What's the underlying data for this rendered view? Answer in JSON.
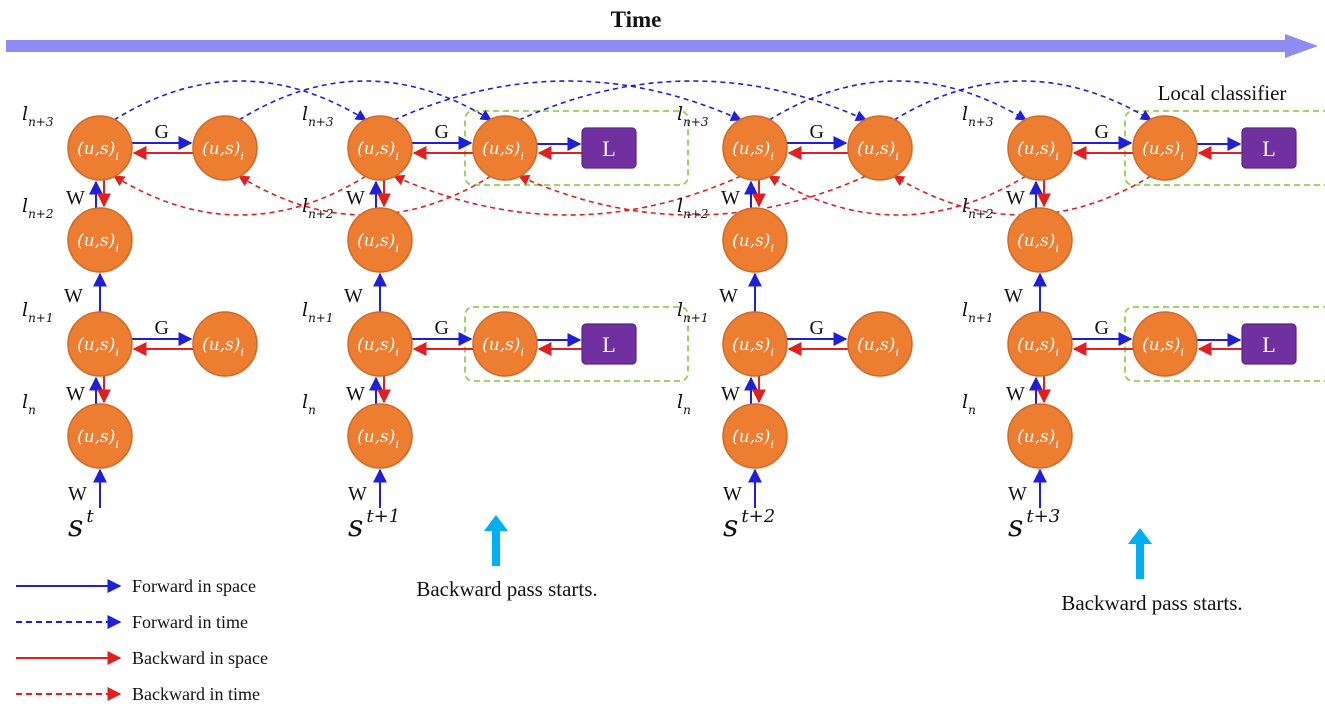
{
  "title": "Time",
  "node_text": "(u,s)",
  "node_sub": "i",
  "classifier_label": "L",
  "local_classifier_label": "Local classifier",
  "edge_labels": {
    "space_up": "W",
    "graph": "G"
  },
  "layers": [
    {
      "base": "l",
      "sub": "n+3"
    },
    {
      "base": "l",
      "sub": "n+2"
    },
    {
      "base": "l",
      "sub": "n+1"
    },
    {
      "base": "l",
      "sub": "n"
    }
  ],
  "timesteps": [
    {
      "base": "s",
      "sup": "t"
    },
    {
      "base": "s",
      "sup": "t+1"
    },
    {
      "base": "s",
      "sup": "t+2"
    },
    {
      "base": "s",
      "sup": "t+3"
    }
  ],
  "backward_caption": "Backward pass starts.",
  "legend": [
    {
      "label": "Forward in space",
      "color": "#1f1fd6",
      "style": "solid"
    },
    {
      "label": "Forward in time",
      "color": "#1f1fd6",
      "style": "dashed"
    },
    {
      "label": "Backward in space",
      "color": "#e02020",
      "style": "solid"
    },
    {
      "label": "Backward in time",
      "color": "#e02020",
      "style": "dashed"
    }
  ],
  "colors": {
    "node_fill": "#ed7d31",
    "node_stroke": "#d06a26",
    "classifier_fill": "#7030a0",
    "forward": "#1f1fd6",
    "backward": "#e02020",
    "time_arrow": "#8c8cf2",
    "highlight_box": "#92d050",
    "backward_pass_arrow": "#00b0f0"
  }
}
